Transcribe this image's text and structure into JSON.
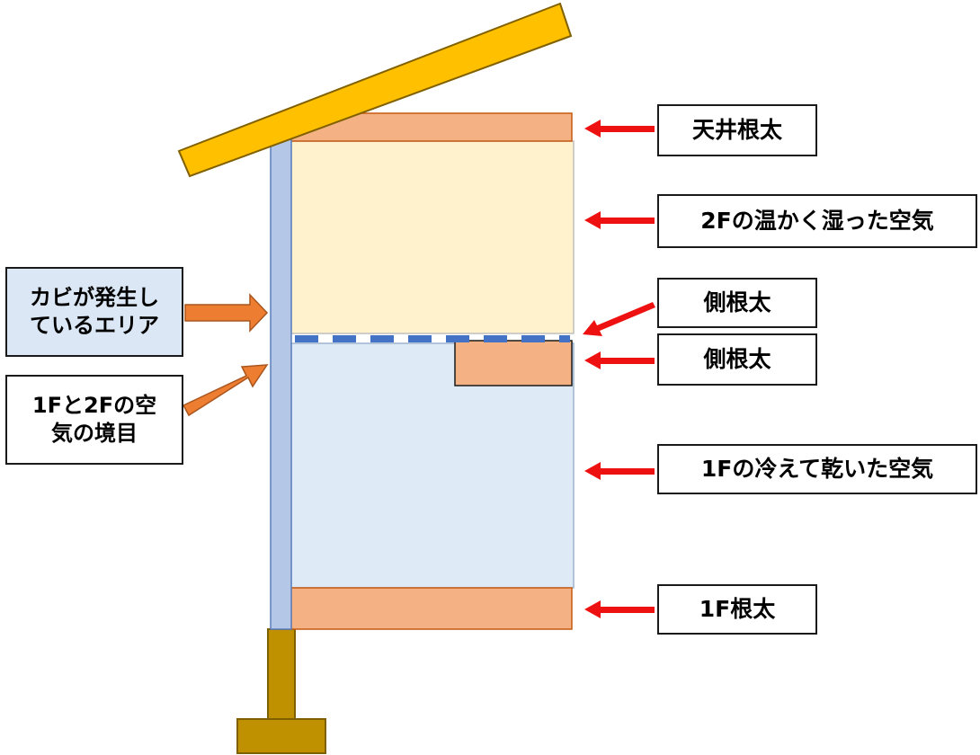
{
  "colors": {
    "roof": "#ffc000",
    "joist": "#f4b183",
    "upper_air": "#fff2cc",
    "lower_air": "#deebf7",
    "wall": "#b4c7e7",
    "foundation": "#bf9000",
    "boundary_dash": "#4472c4",
    "red_arrow": "#ee1111",
    "orange_arrow": "#ed7d31"
  },
  "labels_right": {
    "ceiling_joist": "天井根太",
    "upper_air": "2Fの温かく湿った空気",
    "side_joist_upper": "側根太",
    "side_joist_lower": "側根太",
    "lower_air": "1Fの冷えて乾いた空気",
    "floor_joist": "1F根太"
  },
  "labels_left": {
    "mold_line1": "カビが発生し",
    "mold_line2": "ているエリア",
    "boundary_line1": "1Fと2Fの空",
    "boundary_line2": "気の境目"
  }
}
